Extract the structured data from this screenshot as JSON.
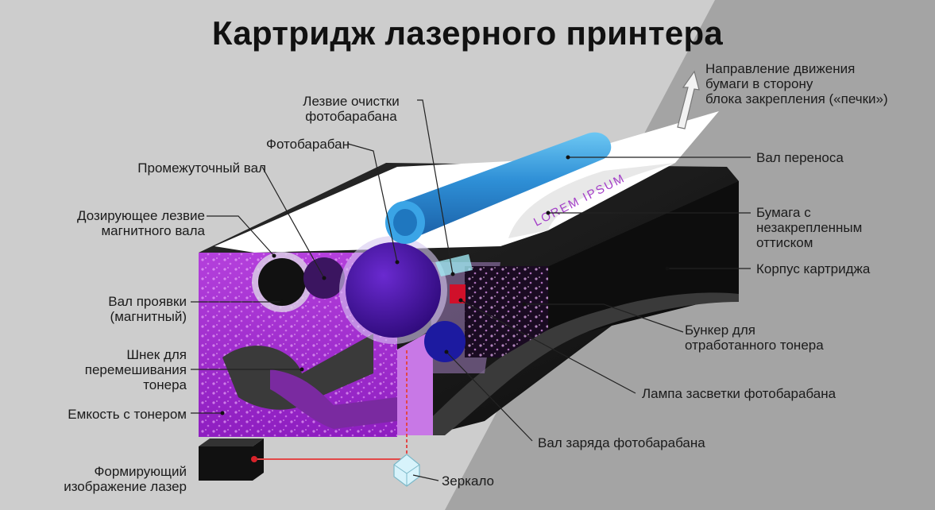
{
  "title": "Картридж лазерного принтера",
  "labels": {
    "blade_cleaning": "Лезвие очистки\nфотобарабана",
    "paper_direction": "Направление движения\nбумаги в сторону\nблока закрепления («печки»)",
    "photodrum": "Фотобарабан",
    "intermediate_roller": "Промежуточный вал",
    "transfer_roller": "Вал переноса",
    "dosing_blade": "Дозирующее лезвие\nмагнитного вала",
    "paper_unfixed": "Бумага с\nнезакрепленным\nоттиском",
    "cartridge_body": "Корпус картриджа",
    "developer_roller": "Вал проявки\n(магнитный)",
    "waste_bin": "Бункер для\nотработанного тонера",
    "mixing_auger": "Шнек для\nперемешивания\nтонера",
    "toner_container": "Емкость с тонером",
    "erase_lamp": "Лампа засветки фотобарабана",
    "charge_roller": "Вал заряда фотобарабана",
    "laser": "Формирующий\nизображение лазер",
    "mirror": "Зеркало"
  },
  "paper_text": "LOREM IPSUM",
  "colors": {
    "background": "#cdcdcd",
    "background_dark": "#a4a4a4",
    "toner": "#a22ad0",
    "photodrum": "#4a10a0",
    "transfer_roller": "#2e8fd6",
    "charge_roller": "#1c1aa0",
    "laser_beam": "#e24848",
    "body": "#151515"
  }
}
